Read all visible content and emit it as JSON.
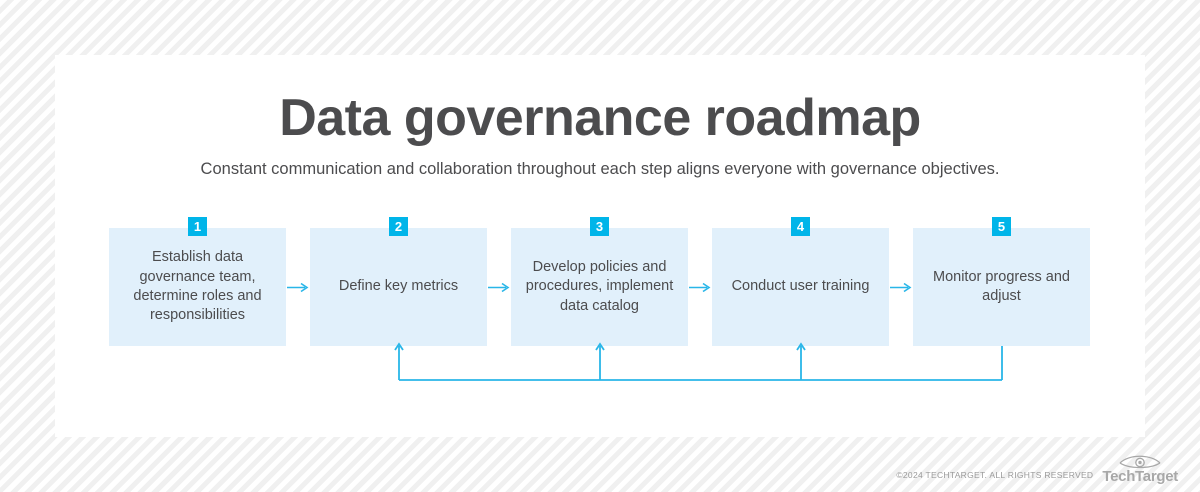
{
  "header": {
    "title": "Data governance roadmap",
    "subtitle": "Constant communication and collaboration throughout each step aligns everyone with governance objectives."
  },
  "colors": {
    "accent": "#00b5e9",
    "box_fill": "#e1f0fb",
    "text": "#4c4c4e",
    "background": "#ffffff",
    "stripe": "#f0f0f0",
    "footer_text": "#9b9b9b"
  },
  "flow": {
    "type": "linear-process-with-feedback-loop",
    "steps": [
      {
        "number": "1",
        "label": "Establish data governance team, determine roles and responsibilities"
      },
      {
        "number": "2",
        "label": "Define key metrics"
      },
      {
        "number": "3",
        "label": "Develop policies and procedures, implement data catalog"
      },
      {
        "number": "4",
        "label": "Conduct user training"
      },
      {
        "number": "5",
        "label": "Monitor progress and adjust"
      }
    ],
    "forward_arrows": 4,
    "feedback_arrows": 3,
    "feedback_description": "Feedback loop from step 5 back to steps 2, 3 and 4"
  },
  "footer": {
    "copyright": "©2024 TECHTARGET. ALL RIGHTS RESERVED",
    "logo_text": "TechTarget",
    "logo_icon": "eye-icon"
  }
}
